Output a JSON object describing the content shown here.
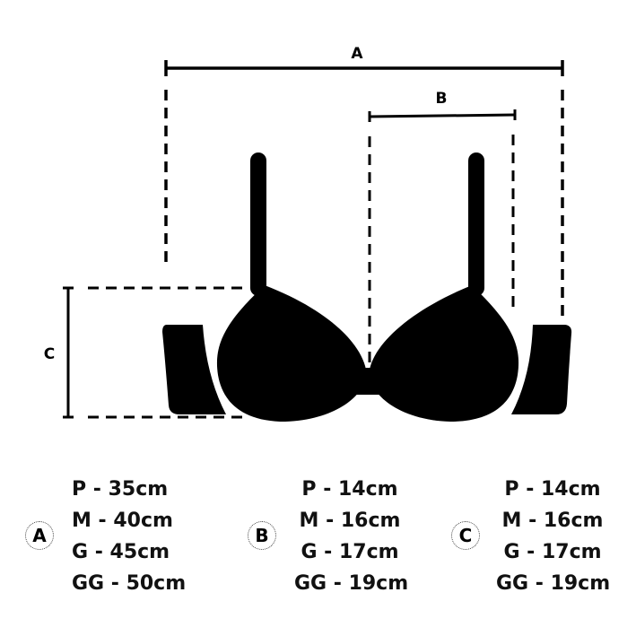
{
  "diagram": {
    "dimension_labels": {
      "a": "A",
      "b": "B",
      "c": "C"
    }
  },
  "sizes": [
    {
      "badge": "A",
      "rows": [
        "P - 35cm",
        "M - 40cm",
        "G - 45cm",
        "GG - 50cm"
      ]
    },
    {
      "badge": "B",
      "rows": [
        "P - 14cm",
        "M - 16cm",
        "G - 17cm",
        "GG - 19cm"
      ]
    },
    {
      "badge": "C",
      "rows": [
        "P - 14cm",
        "M - 16cm",
        "G - 17cm",
        "GG - 19cm"
      ]
    }
  ]
}
